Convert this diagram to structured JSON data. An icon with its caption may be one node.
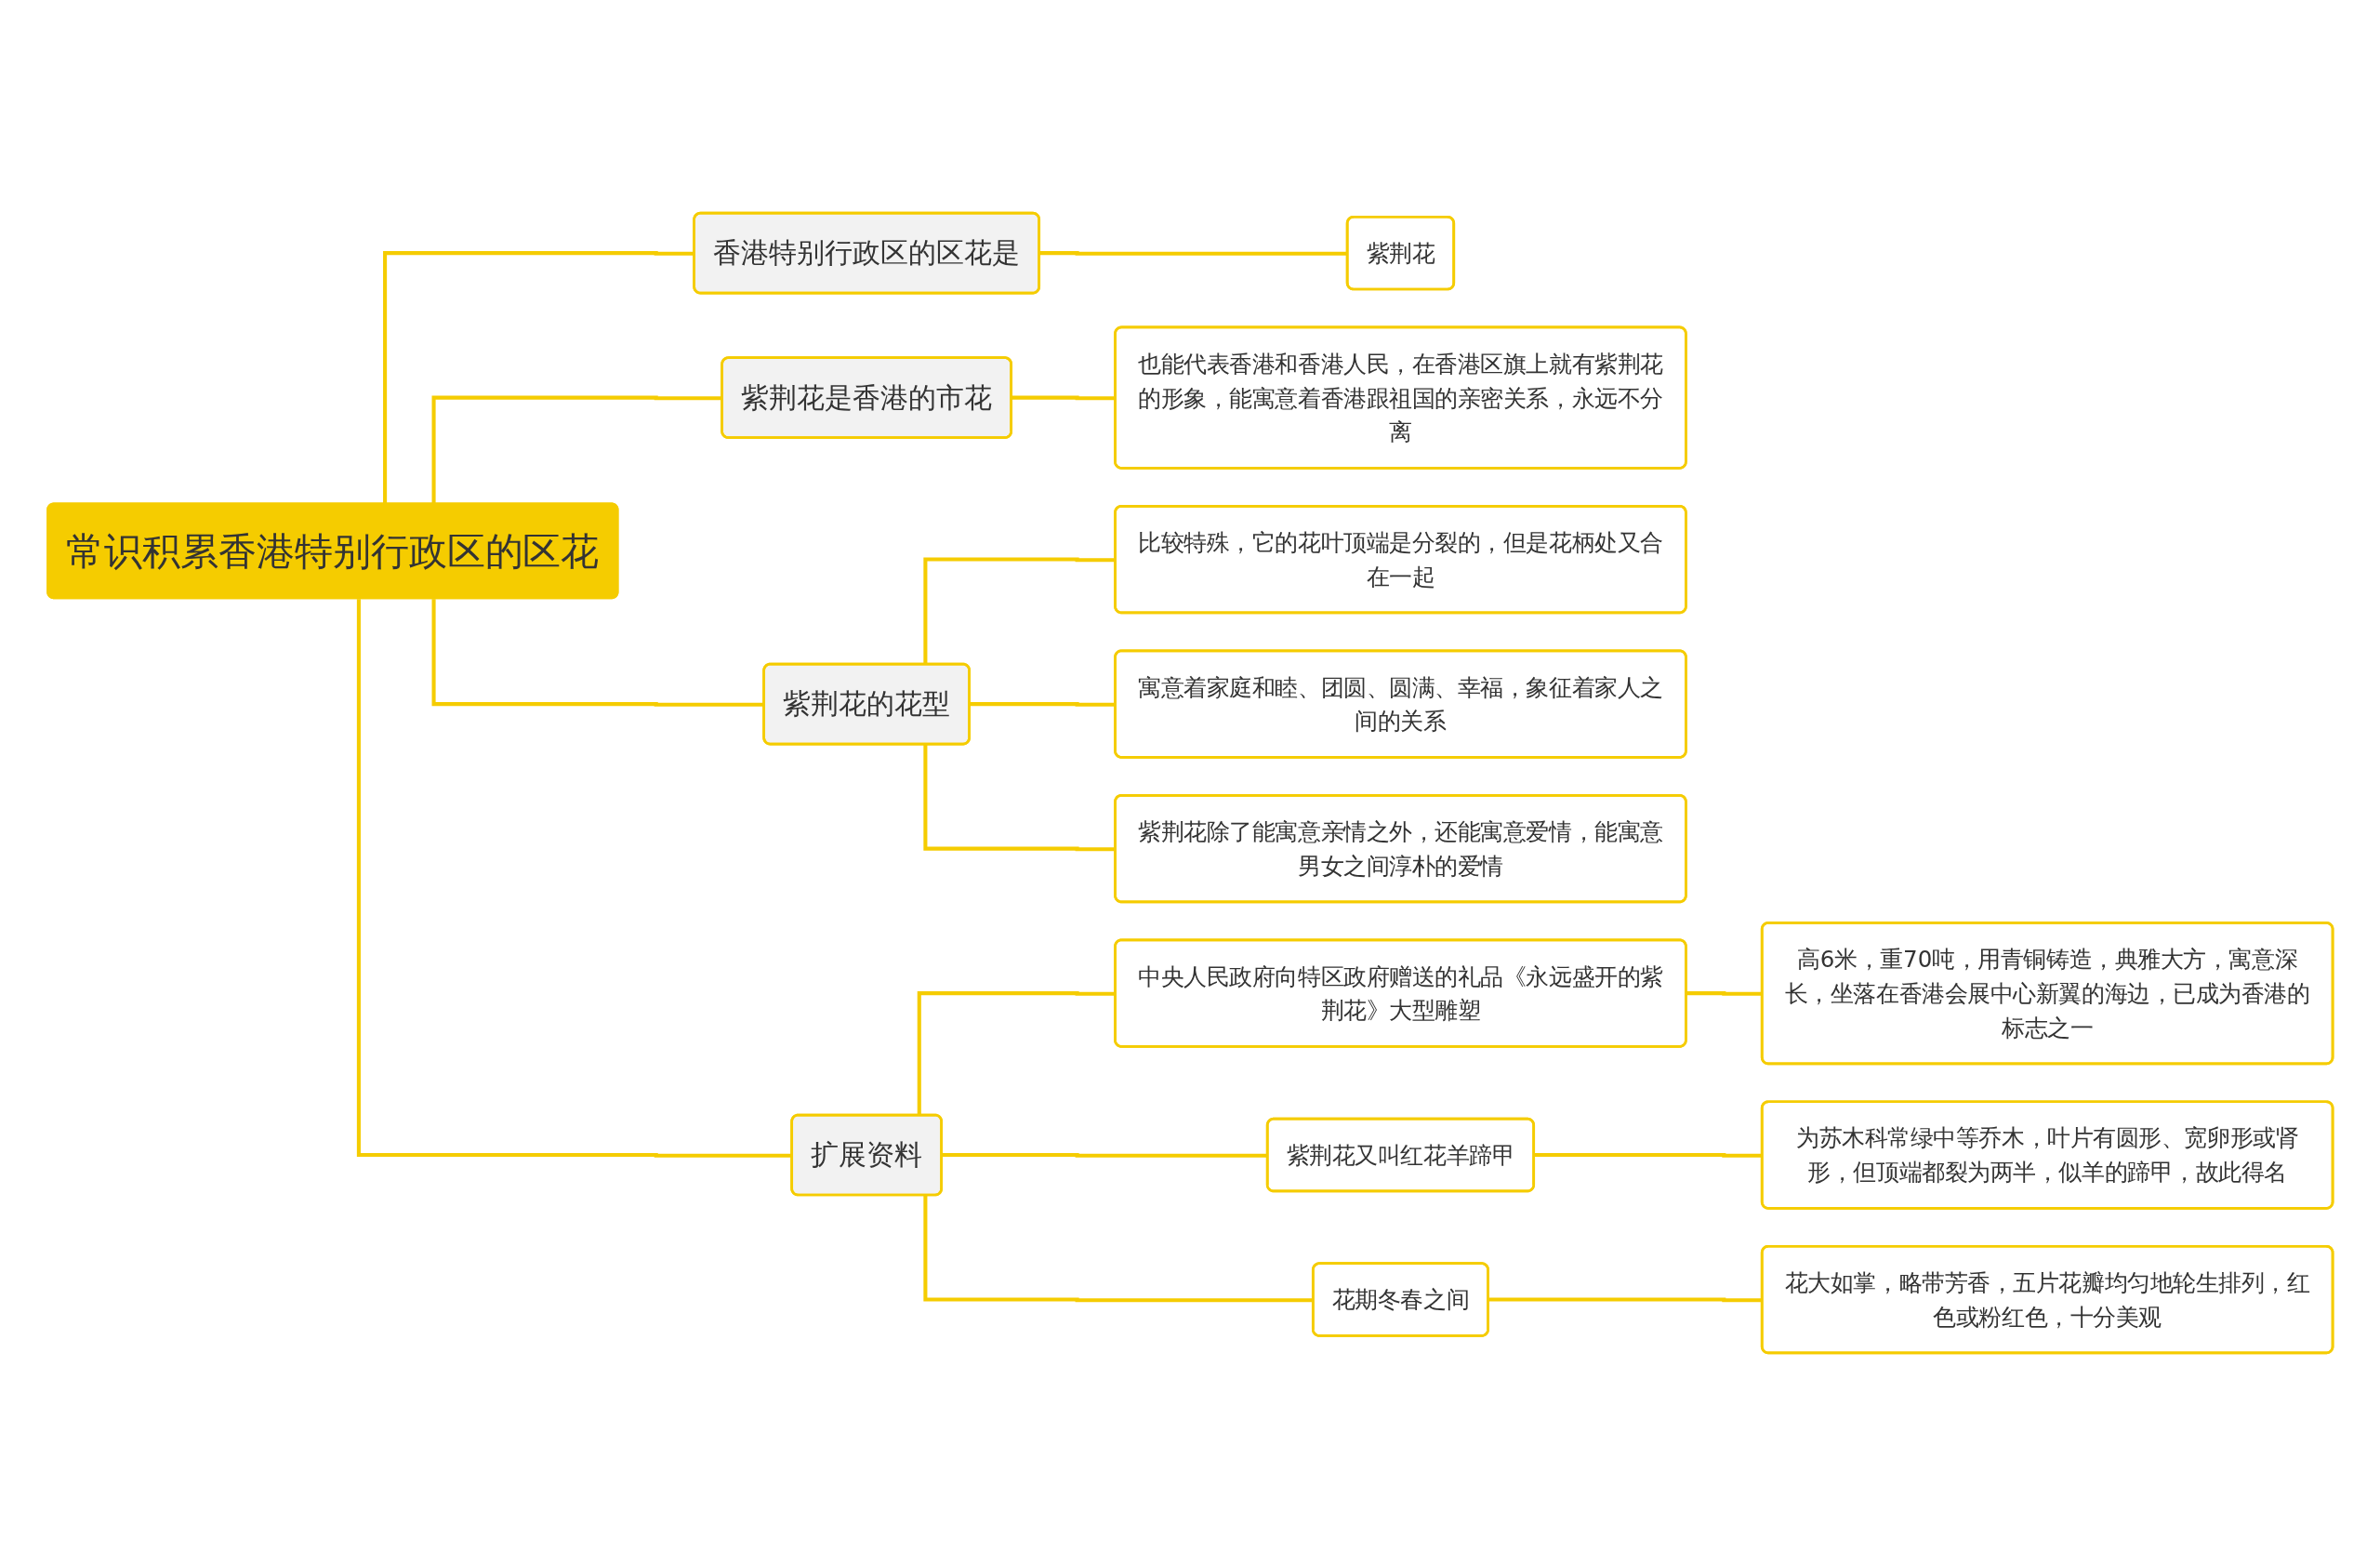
{
  "diagram": {
    "nodes": [
      {
        "text": [
          "常识积累香港特别行政区的区花"
        ]
      },
      {
        "text": [
          "香港特别行政区的区花是"
        ]
      },
      {
        "text": [
          "紫荆花"
        ]
      },
      {
        "text": [
          "紫荆花是香港的市花"
        ]
      },
      {
        "text": [
          "也能代表香港和香港人民，在香港区旗上就有紫荆花的形象，能寓意着香港跟祖国的亲密关系，永远不分离"
        ]
      },
      {
        "text": [
          "紫荆花的花型"
        ]
      },
      {
        "text": [
          "比较特殊，它的花叶顶端是分裂的，但是花柄处又合在一起"
        ]
      },
      {
        "text": [
          "寓意着家庭和睦、团圆、圆满、幸福，象征着家人之间的关系"
        ]
      },
      {
        "text": [
          "紫荆花除了能寓意亲情之外，还能寓意爱情，能寓意男女之间淳朴的爱情"
        ]
      },
      {
        "text": [
          "扩展资料"
        ]
      },
      {
        "text": [
          "中央人民政府向特区政府赠送的礼品《永远盛开的紫荆花》大型雕塑"
        ]
      },
      {
        "text": [
          "高6米，重70吨，用青铜铸造，典雅大方，寓意深长，坐落在香港会展中心新翼的海边，已成为香港的标志之一"
        ]
      },
      {
        "text": [
          "紫荆花又叫红花羊蹄甲"
        ]
      },
      {
        "text": [
          "为苏木科常绿中等乔木，叶片有圆形、宽卵形或肾形，但顶端都裂为两半，似羊的蹄甲，故此得名"
        ]
      },
      {
        "text": [
          "花期冬春之间"
        ]
      },
      {
        "text": [
          "花大如掌，略带芳香，五片花瓣均匀地轮生排列，红色或粉红色，十分美观"
        ]
      }
    ],
    "edges": [
      {
        "from": 0,
        "to": 1,
        "arrow": "none"
      },
      {
        "from": 1,
        "to": 2,
        "arrow": "none"
      },
      {
        "from": 0,
        "to": 3,
        "arrow": "none"
      },
      {
        "from": 3,
        "to": 4,
        "arrow": "none"
      },
      {
        "from": 0,
        "to": 5,
        "arrow": "none"
      },
      {
        "from": 5,
        "to": 6,
        "arrow": "none"
      },
      {
        "from": 5,
        "to": 7,
        "arrow": "none"
      },
      {
        "from": 5,
        "to": 8,
        "arrow": "none"
      },
      {
        "from": 0,
        "to": 9,
        "arrow": "none"
      },
      {
        "from": 9,
        "to": 10,
        "arrow": "none"
      },
      {
        "from": 10,
        "to": 11,
        "arrow": "none"
      },
      {
        "from": 9,
        "to": 12,
        "arrow": "none"
      },
      {
        "from": 12,
        "to": 13,
        "arrow": "none"
      },
      {
        "from": 9,
        "to": 14,
        "arrow": "none"
      },
      {
        "from": 14,
        "to": 15,
        "arrow": "none"
      }
    ]
  }
}
